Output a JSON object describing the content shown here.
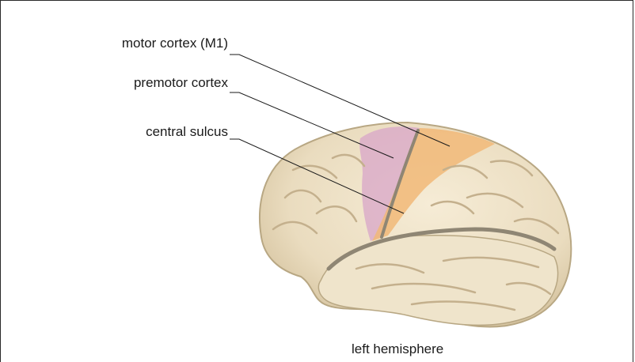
{
  "labels": {
    "motor_cortex": "motor cortex (M1)",
    "premotor_cortex": "premotor cortex",
    "central_sulcus": "central sulcus"
  },
  "caption": "left hemisphere",
  "colors": {
    "brain_fill": "#eee2c8",
    "brain_shadow": "#d2c2a0",
    "sulcus_line": "#8f8674",
    "motor_region": "#f1b878",
    "premotor_region": "#d8a6c8",
    "leader_line": "#1a1a1a"
  }
}
